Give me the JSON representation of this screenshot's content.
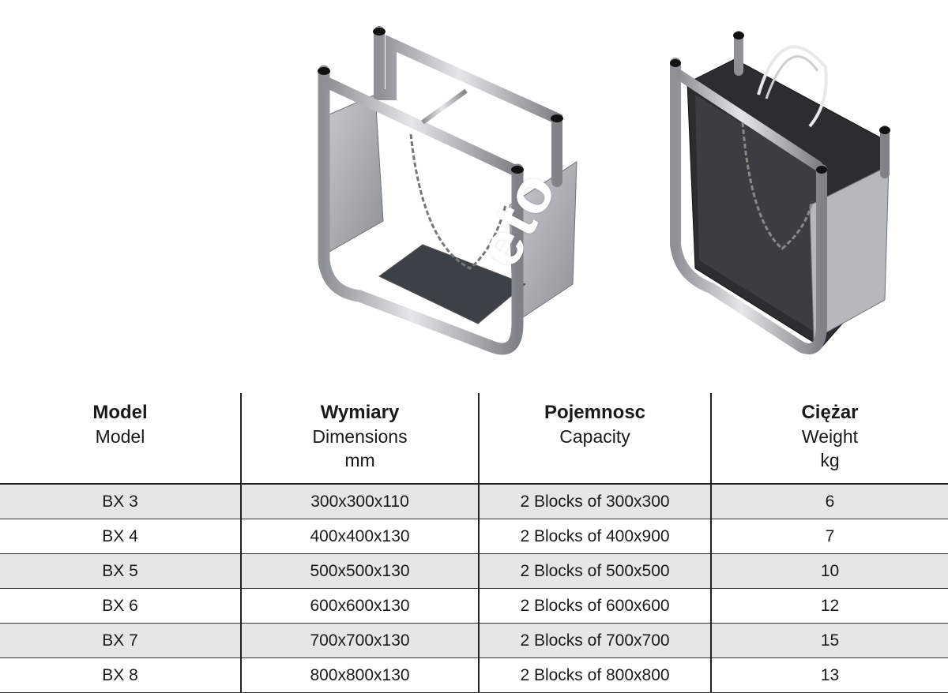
{
  "table": {
    "headers": [
      {
        "pl": "Model",
        "en": "Model",
        "unit": ""
      },
      {
        "pl": "Wymiary",
        "en": "Dimensions",
        "unit": "mm"
      },
      {
        "pl": "Pojemnosc",
        "en": "Capacity",
        "unit": ""
      },
      {
        "pl": "Ciężar",
        "en": "Weight",
        "unit": "kg"
      }
    ],
    "rows": [
      {
        "model": "BX 3",
        "dimensions": "300x300x110",
        "capacity": "2 Blocks of 300x300",
        "weight": "6"
      },
      {
        "model": "BX 4",
        "dimensions": "400x400x130",
        "capacity": "2 Blocks of 400x900",
        "weight": "7"
      },
      {
        "model": "BX 5",
        "dimensions": "500x500x130",
        "capacity": "2 Blocks of 500x500",
        "weight": "10"
      },
      {
        "model": "BX 6",
        "dimensions": "600x600x130",
        "capacity": "2 Blocks of 600x600",
        "weight": "12"
      },
      {
        "model": "BX 7",
        "dimensions": "700x700x130",
        "capacity": "2 Blocks of 700x700",
        "weight": "15"
      },
      {
        "model": "BX 8",
        "dimensions": "800x800x130",
        "capacity": "2 Blocks of 800x800",
        "weight": "13"
      }
    ]
  },
  "watermark": {
    "text": "eto"
  },
  "colors": {
    "row_alt": "#e6e6e6",
    "frame_metal": "#b9bcc0",
    "rubber_block": "#2b2d30"
  }
}
